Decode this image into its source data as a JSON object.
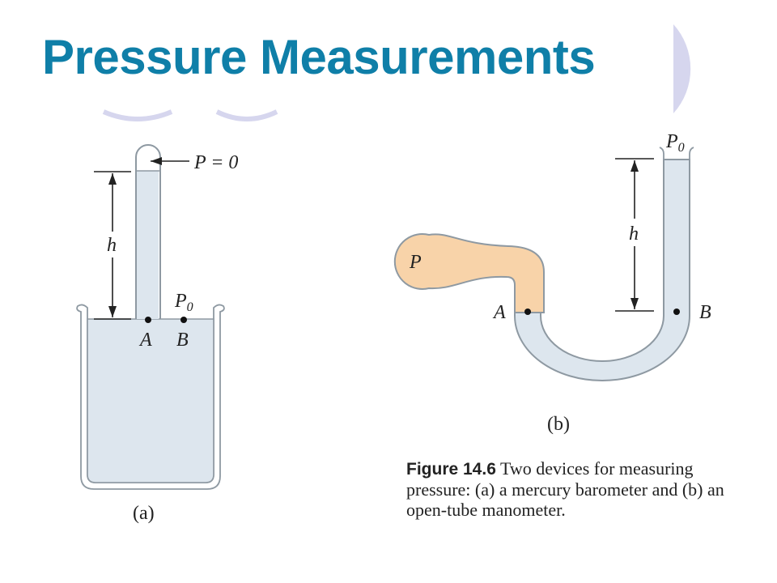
{
  "title": "Pressure Measurements",
  "colors": {
    "title": "#0f7fa8",
    "decor_circle": "#d6d6ee",
    "liquid": "#dde6ee",
    "gas": "#f8d3a9",
    "glass_stroke": "#8e99a2"
  },
  "figure_a": {
    "pressure_label": "P = 0",
    "height_label": "h",
    "p0_label": "P",
    "p0_sub": "0",
    "point_a": "A",
    "point_b": "B",
    "sublabel": "(a)"
  },
  "figure_b": {
    "pressure_label": "P",
    "height_label": "h",
    "p0_label": "P",
    "p0_sub": "0",
    "point_a": "A",
    "point_b": "B",
    "sublabel": "(b)"
  },
  "caption": {
    "figure_number": "Figure 14.6",
    "text": " Two devices for measuring pressure: (a) a mercury barometer and (b) an open-tube manometer."
  }
}
